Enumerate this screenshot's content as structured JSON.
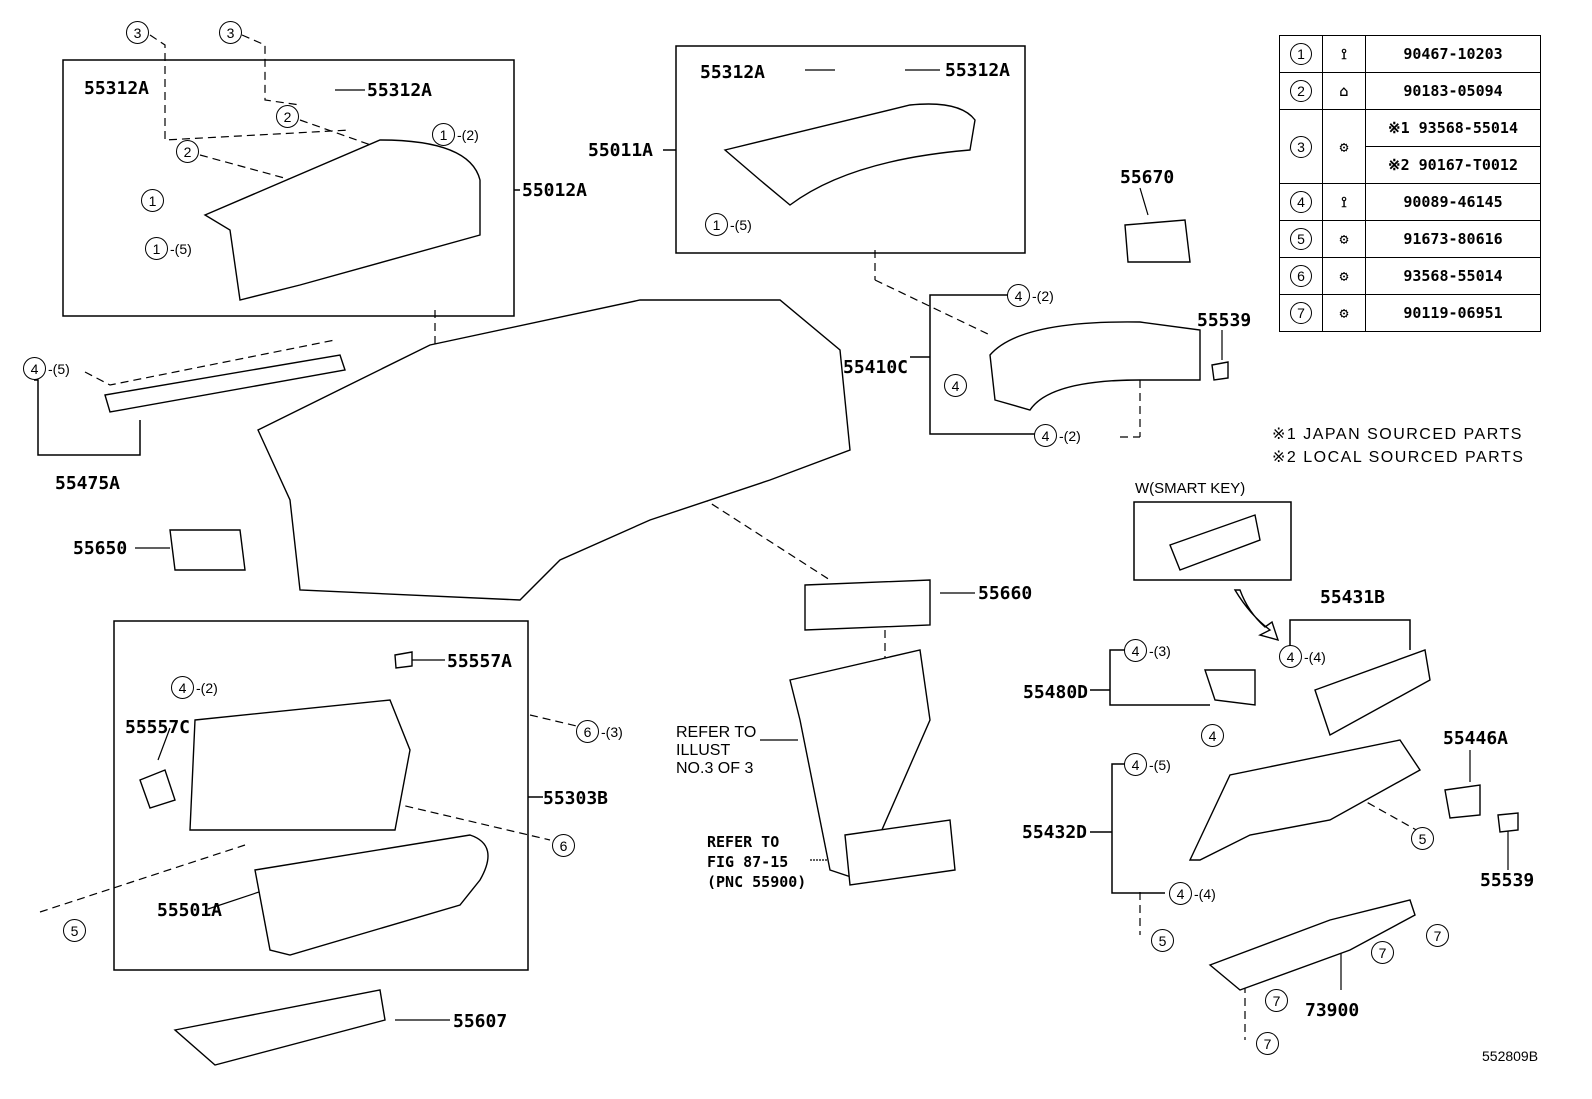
{
  "part_numbers": [
    "55312A",
    "55312A",
    "55012A",
    "55011A",
    "55312A",
    "55312A",
    "55670",
    "55539",
    "55410C",
    "55475A",
    "55650",
    "55660",
    "55431B",
    "55557A",
    "55480D",
    "55557C",
    "55446A",
    "55303B",
    "55432D",
    "55539",
    "55501A",
    "73900",
    "55607"
  ],
  "callouts": [
    {
      "num": "3",
      "qty": ""
    },
    {
      "num": "3",
      "qty": ""
    },
    {
      "num": "2",
      "qty": ""
    },
    {
      "num": "2",
      "qty": ""
    },
    {
      "num": "1",
      "qty": "(2)"
    },
    {
      "num": "1",
      "qty": ""
    },
    {
      "num": "1",
      "qty": "(5)"
    },
    {
      "num": "1",
      "qty": "(5)"
    },
    {
      "num": "4",
      "qty": "(2)"
    },
    {
      "num": "4",
      "qty": ""
    },
    {
      "num": "4",
      "qty": "(2)"
    },
    {
      "num": "4",
      "qty": "(5)"
    },
    {
      "num": "4",
      "qty": "(2)"
    },
    {
      "num": "6",
      "qty": "(3)"
    },
    {
      "num": "6",
      "qty": ""
    },
    {
      "num": "5",
      "qty": ""
    },
    {
      "num": "4",
      "qty": "(3)"
    },
    {
      "num": "4",
      "qty": "(4)"
    },
    {
      "num": "4",
      "qty": ""
    },
    {
      "num": "4",
      "qty": "(5)"
    },
    {
      "num": "5",
      "qty": ""
    },
    {
      "num": "4",
      "qty": "(4)"
    },
    {
      "num": "5",
      "qty": ""
    },
    {
      "num": "7",
      "qty": ""
    },
    {
      "num": "7",
      "qty": ""
    },
    {
      "num": "7",
      "qty": ""
    },
    {
      "num": "7",
      "qty": ""
    }
  ],
  "refer_illust": [
    "REFER TO",
    "ILLUST",
    "NO.3 OF 3"
  ],
  "refer_fig": [
    "REFER TO",
    "FIG 87-15",
    "(PNC 55900)"
  ],
  "notes": [
    "※1 JAPAN SOURCED PARTS",
    "※2 LOCAL SOURCED PARTS"
  ],
  "smart_key_label": "W(SMART KEY)",
  "figure_id": "552809B",
  "fastener_table": [
    {
      "num": "1",
      "icon": "clip-icon",
      "part": "90467-10203"
    },
    {
      "num": "2",
      "icon": "nut-clip-icon",
      "part": "90183-05094"
    },
    {
      "num": "3",
      "icon": "screw-icon",
      "part": "※1 93568-55014",
      "part2": "※2 90167-T0012"
    },
    {
      "num": "4",
      "icon": "clip-icon",
      "part": "90089-46145"
    },
    {
      "num": "5",
      "icon": "bolt-icon",
      "part": "91673-80616"
    },
    {
      "num": "6",
      "icon": "screw-icon",
      "part": "93568-55014"
    },
    {
      "num": "7",
      "icon": "bolt-icon",
      "part": "90119-06951"
    }
  ]
}
